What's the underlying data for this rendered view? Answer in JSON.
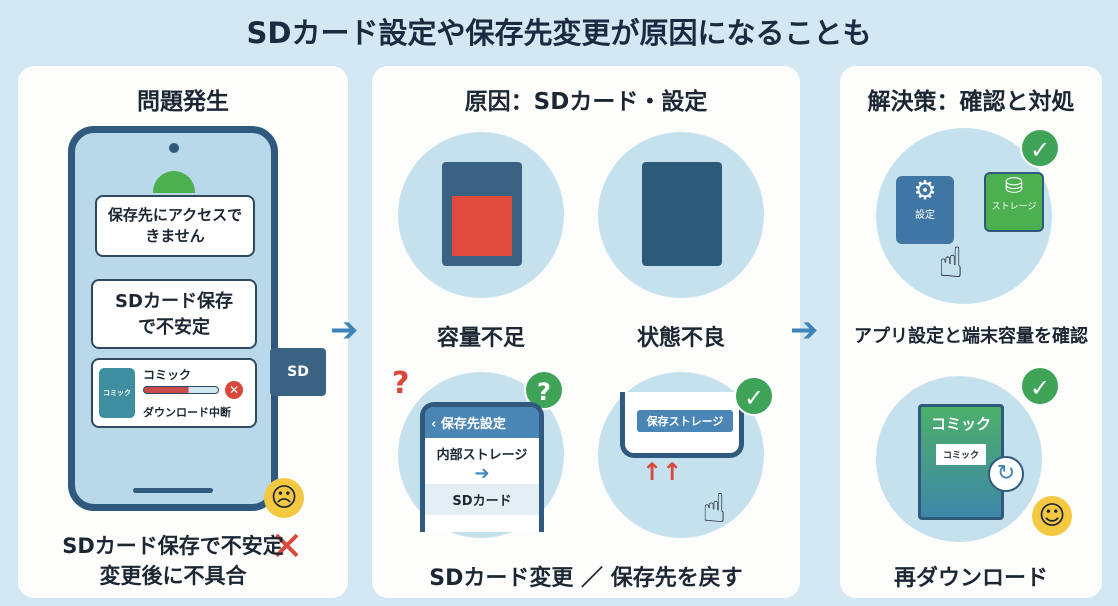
{
  "title": "SDカード設定や保存先変更が原因になることも",
  "problem": {
    "heading": "問題発生",
    "bubble1": "保存先にアクセスできません",
    "bubble2": "SDカード保存で不安定",
    "comic_app_label": "コミック",
    "comic_title": "コミック",
    "download_status": "ダウンロード中断",
    "sd_label": "SD",
    "caption_line1": "SDカード保存で不安定",
    "caption_line2": "変更後に不具合"
  },
  "cause": {
    "heading": "原因：SDカード・設定",
    "item1": "容量不足",
    "item2": "状態不良",
    "settings_screen_title": "保存先設定",
    "internal_storage": "内部ストレージ",
    "sd_card_option": "SDカード",
    "save_storage_button": "保存ストレージ",
    "caption": "SDカード変更 ／ 保存先を戻す"
  },
  "solution": {
    "heading": "解決策：確認と対処",
    "settings_icon_label": "設定",
    "storage_icon_label": "ストレージ",
    "check_caption": "アプリ設定と端末容量を確認",
    "book_title": "コミック",
    "book_inner": "コミック",
    "redownload_caption": "再ダウンロード"
  },
  "colors": {
    "accent": "#3d84b8",
    "success": "#3fa458",
    "error": "#d9483b",
    "background": "#d3e8f2"
  }
}
